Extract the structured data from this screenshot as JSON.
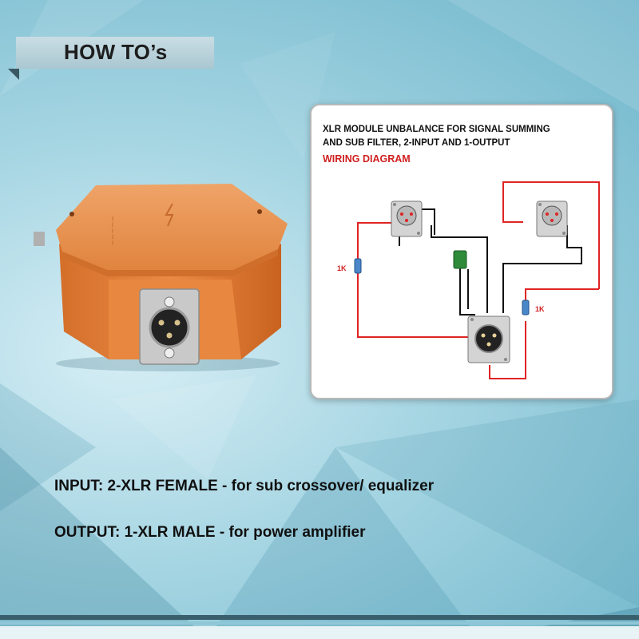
{
  "header": {
    "label": "HOW TO’s"
  },
  "diagram": {
    "title_line1": "XLR MODULE UNBALANCE FOR SIGNAL SUMMING",
    "title_line2": "AND SUB FILTER, 2-INPUT AND 1-OUTPUT",
    "subtitle": "WIRING DIAGRAM",
    "resistor_left_label": "1K",
    "resistor_right_label": "1K",
    "wire_colors": {
      "hot": "#e02424",
      "ground": "#111111"
    }
  },
  "captions": {
    "input": "INPUT: 2-XLR FEMALE - for sub crossover/ equalizer",
    "output": "OUTPUT: 1-XLR MALE - for power amplifier"
  },
  "colors": {
    "box_orange": "#e0813d",
    "background": "#a9d7e4",
    "footer_dark": "#3a5f6c"
  }
}
